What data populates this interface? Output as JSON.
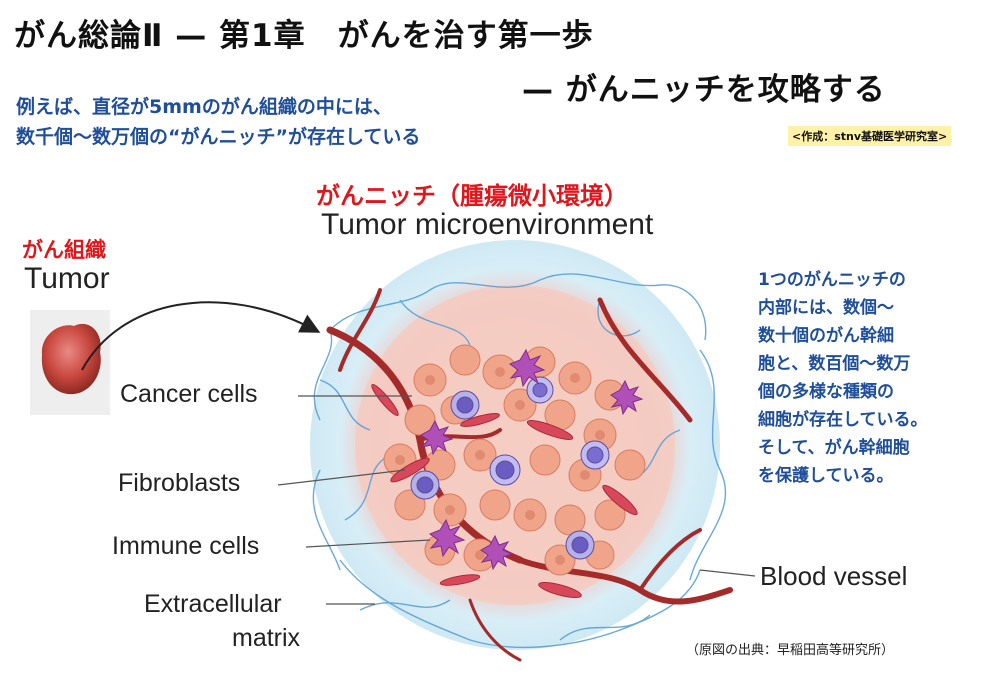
{
  "header": {
    "title_line1": "がん総論Ⅱ — 第1章　がんを治す第一歩",
    "title_line2": "— がんニッチを攻略する",
    "intro_line1": "例えば、直径が5mmのがん組織の中には、",
    "intro_line2": "数千個～数万個の“がんニッチ”が存在している",
    "credit": "<作成：stnv基礎医学研究室>"
  },
  "diagram": {
    "niche_title_ja": "がんニッチ（腫瘍微小環境）",
    "niche_title_en": "Tumor microenvironment",
    "tumor_label_ja": "がん組織",
    "tumor_label_en": "Tumor",
    "labels": {
      "cancer_cells": "Cancer cells",
      "fibroblasts": "Fibroblasts",
      "immune_cells": "Immune cells",
      "ecm_line1": "Extracellular",
      "ecm_line2": "matrix",
      "blood_vessel": "Blood vessel"
    },
    "colors": {
      "cancer_cell": "#f0a58a",
      "immune_cell": "#8b7fd0",
      "fibroblast": "#d9485a",
      "vessel": "#a52a2a",
      "matrix": "#5aa0d8",
      "background_halo": "#cfe9f4"
    }
  },
  "side_note": {
    "lines": [
      "1つのがんニッチの",
      "内部には、数個～",
      "数十個のがん幹細",
      "胞と、数百個～数万",
      "個の多様な種類の",
      "細胞が存在している。",
      "そして、がん幹細胞",
      "を保護している。"
    ]
  },
  "footer": {
    "source": "（原図の出典：早稲田高等研究所）"
  }
}
